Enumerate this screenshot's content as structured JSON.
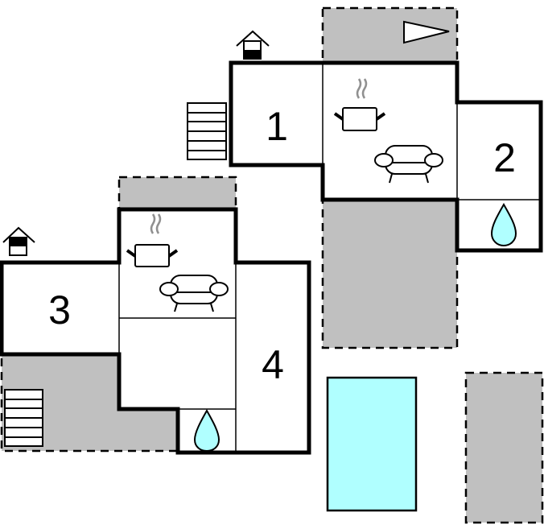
{
  "floor_plan": {
    "colors": {
      "wall": "#000000",
      "terrace": "#c0c0c0",
      "water": "#b0ffff",
      "steam": "#909090",
      "background": "#ffffff"
    },
    "upper_level": {
      "floor_indicator_icon": "house-upper-floor-icon",
      "rooms": [
        {
          "label": "1",
          "type": "bedroom"
        },
        {
          "label": "",
          "type": "kitchen-living",
          "icons": [
            "cooking-pot-icon",
            "sofa-icon"
          ]
        },
        {
          "label": "2",
          "type": "bedroom"
        },
        {
          "label": "",
          "type": "bathroom",
          "icons": [
            "water-drop-icon"
          ]
        }
      ],
      "terraces": 2,
      "stairs_steps": 6,
      "orientation_icon": "north-arrow-icon"
    },
    "ground_level": {
      "floor_indicator_icon": "house-ground-floor-icon",
      "rooms": [
        {
          "label": "3",
          "type": "bedroom"
        },
        {
          "label": "",
          "type": "kitchen-living",
          "icons": [
            "cooking-pot-icon",
            "sofa-icon"
          ]
        },
        {
          "label": "",
          "type": "hall"
        },
        {
          "label": "4",
          "type": "bedroom"
        },
        {
          "label": "",
          "type": "bathroom",
          "icons": [
            "water-drop-icon"
          ]
        }
      ],
      "terraces": 2,
      "stairs_steps": 6
    },
    "outdoor": {
      "pool": "swimming-pool",
      "parking": "parking-area"
    }
  }
}
